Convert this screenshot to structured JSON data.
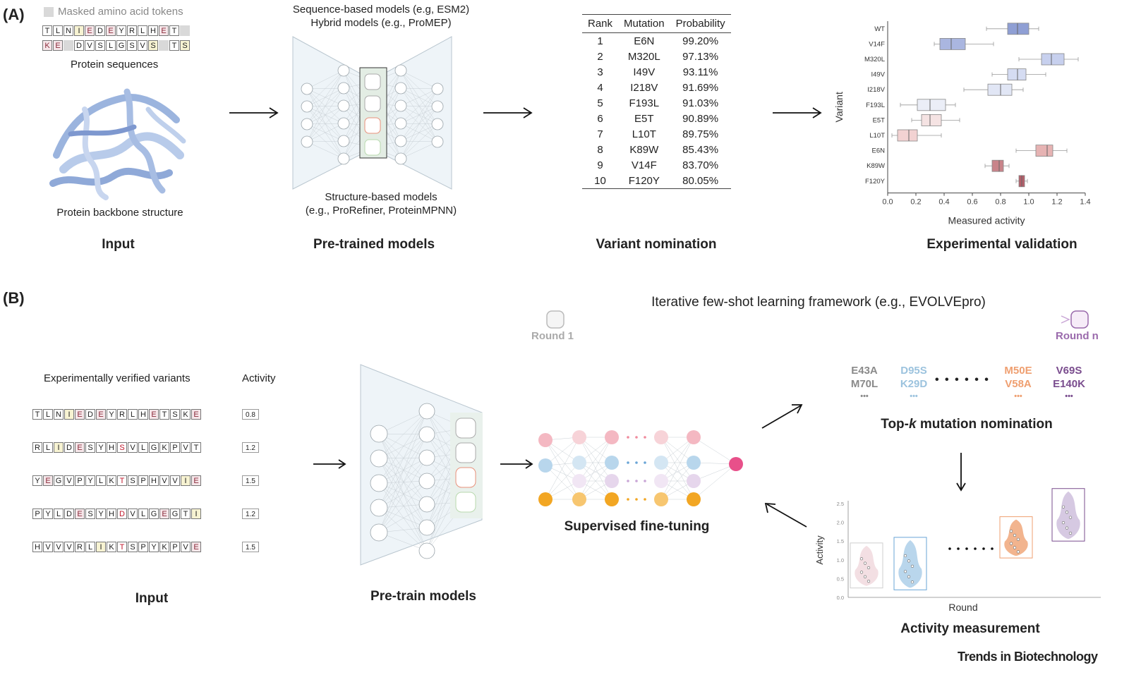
{
  "panel_a": {
    "label": "(A)",
    "legend_masked": "Masked amino acid tokens",
    "seq1": [
      [
        "T",
        ""
      ],
      [
        "L",
        ""
      ],
      [
        "N",
        ""
      ],
      [
        "I",
        "yellow"
      ],
      [
        "E",
        "pink"
      ],
      [
        "D",
        ""
      ],
      [
        "E",
        "pink"
      ],
      [
        "Y",
        ""
      ],
      [
        "R",
        ""
      ],
      [
        "L",
        ""
      ],
      [
        "H",
        ""
      ],
      [
        "E",
        "pink"
      ],
      [
        "T",
        ""
      ],
      [
        "",
        "mask"
      ]
    ],
    "seq2": [
      [
        "K",
        "pink"
      ],
      [
        "E",
        "pink"
      ],
      [
        "",
        "mask"
      ],
      [
        "D",
        ""
      ],
      [
        "V",
        ""
      ],
      [
        "S",
        ""
      ],
      [
        "L",
        ""
      ],
      [
        "G",
        ""
      ],
      [
        "S",
        ""
      ],
      [
        "V",
        ""
      ],
      [
        "S",
        "yellow"
      ],
      [
        "",
        "mask"
      ],
      [
        "T",
        ""
      ],
      [
        "S",
        "yellow"
      ]
    ],
    "protein_sequences": "Protein sequences",
    "backbone_caption": "Protein backbone structure",
    "models_top_1": "Sequence-based models (e.g, ESM2)",
    "models_top_2": "Hybrid models (e.g., ProMEP)",
    "models_bottom_1": "Structure-based models",
    "models_bottom_2": "(e.g., ProRefiner, ProteinMPNN)",
    "table_headers": [
      "Rank",
      "Mutation",
      "Probability"
    ],
    "table_rows": [
      [
        "1",
        "E6N",
        "99.20%"
      ],
      [
        "2",
        "M320L",
        "97.13%"
      ],
      [
        "3",
        "I49V",
        "93.11%"
      ],
      [
        "4",
        "I218V",
        "91.69%"
      ],
      [
        "5",
        "F193L",
        "91.03%"
      ],
      [
        "6",
        "E5T",
        "90.89%"
      ],
      [
        "7",
        "L10T",
        "89.75%"
      ],
      [
        "8",
        "K89W",
        "85.43%"
      ],
      [
        "9",
        "V14F",
        "83.70%"
      ],
      [
        "10",
        "F120Y",
        "80.05%"
      ]
    ],
    "stage_input": "Input",
    "stage_models": "Pre-trained models",
    "stage_nomination": "Variant nomination",
    "stage_validation": "Experimental validation"
  },
  "chart_data": {
    "type": "boxplot",
    "categories": [
      "WT",
      "V14F",
      "M320L",
      "I49V",
      "I218V",
      "F193L",
      "E5T",
      "L10T",
      "E6N",
      "K89W",
      "F120Y"
    ],
    "boxes": [
      {
        "min": 0.7,
        "q1": 0.85,
        "median": 0.92,
        "q3": 1.0,
        "max": 1.07,
        "color": "#8f9fd4"
      },
      {
        "min": 0.33,
        "q1": 0.37,
        "median": 0.45,
        "q3": 0.55,
        "max": 0.75,
        "color": "#aab6e0"
      },
      {
        "min": 0.93,
        "q1": 1.09,
        "median": 1.16,
        "q3": 1.25,
        "max": 1.35,
        "color": "#c7d0ee"
      },
      {
        "min": 0.74,
        "q1": 0.85,
        "median": 0.92,
        "q3": 0.98,
        "max": 1.12,
        "color": "#d5dcf2"
      },
      {
        "min": 0.54,
        "q1": 0.71,
        "median": 0.8,
        "q3": 0.88,
        "max": 0.96,
        "color": "#e1e6f5"
      },
      {
        "min": 0.09,
        "q1": 0.21,
        "median": 0.3,
        "q3": 0.41,
        "max": 0.48,
        "color": "#ebeef7"
      },
      {
        "min": 0.17,
        "q1": 0.24,
        "median": 0.3,
        "q3": 0.38,
        "max": 0.51,
        "color": "#f5e3e3"
      },
      {
        "min": 0.03,
        "q1": 0.07,
        "median": 0.15,
        "q3": 0.21,
        "max": 0.38,
        "color": "#f2d2d2"
      },
      {
        "min": 0.91,
        "q1": 1.05,
        "median": 1.13,
        "q3": 1.17,
        "max": 1.27,
        "color": "#e6b3b3"
      },
      {
        "min": 0.69,
        "q1": 0.74,
        "median": 0.79,
        "q3": 0.82,
        "max": 0.86,
        "color": "#c9848a"
      },
      {
        "min": 0.91,
        "q1": 0.93,
        "median": 0.95,
        "q3": 0.97,
        "max": 0.99,
        "color": "#b55f6a"
      }
    ],
    "xlim": [
      0,
      1.4
    ],
    "xticks": [
      "0.0",
      "0.2",
      "0.4",
      "0.6",
      "0.8",
      "1.0",
      "1.2",
      "1.4"
    ],
    "xlabel": "Measured activity",
    "ylabel": "Variant"
  },
  "panel_b": {
    "label": "(B)",
    "framework_title": "Iterative few-shot learning framework (e.g., EVOLVEpro)",
    "round_1": "Round 1",
    "round_n": "Round n",
    "verified_header": "Experimentally verified variants",
    "activity_header": "Activity",
    "variants": [
      {
        "seq": [
          [
            "T",
            ""
          ],
          [
            "L",
            ""
          ],
          [
            "N",
            ""
          ],
          [
            "I",
            "yellow"
          ],
          [
            "E",
            "pink"
          ],
          [
            "D",
            ""
          ],
          [
            "E",
            "pink"
          ],
          [
            "Y",
            ""
          ],
          [
            "R",
            ""
          ],
          [
            "L",
            ""
          ],
          [
            "H",
            ""
          ],
          [
            "E",
            "pink"
          ],
          [
            "T",
            ""
          ],
          [
            "S",
            ""
          ],
          [
            "K",
            ""
          ],
          [
            "E",
            "pink"
          ]
        ],
        "activity": "0.8"
      },
      {
        "seq": [
          [
            "R",
            ""
          ],
          [
            "L",
            ""
          ],
          [
            "I",
            "yellow"
          ],
          [
            "D",
            ""
          ],
          [
            "E",
            "pink"
          ],
          [
            "S",
            ""
          ],
          [
            "Y",
            ""
          ],
          [
            "H",
            ""
          ],
          [
            "S",
            "red"
          ],
          [
            "V",
            ""
          ],
          [
            "L",
            ""
          ],
          [
            "G",
            ""
          ],
          [
            "K",
            ""
          ],
          [
            "P",
            ""
          ],
          [
            "V",
            ""
          ],
          [
            "T",
            ""
          ]
        ],
        "activity": "1.2"
      },
      {
        "seq": [
          [
            "Y",
            ""
          ],
          [
            "E",
            "pink"
          ],
          [
            "G",
            ""
          ],
          [
            "V",
            ""
          ],
          [
            "P",
            ""
          ],
          [
            "Y",
            ""
          ],
          [
            "L",
            ""
          ],
          [
            "K",
            ""
          ],
          [
            "T",
            "red"
          ],
          [
            "S",
            ""
          ],
          [
            "P",
            ""
          ],
          [
            "H",
            ""
          ],
          [
            "V",
            ""
          ],
          [
            "V",
            ""
          ],
          [
            "I",
            "yellow"
          ],
          [
            "E",
            "pink"
          ]
        ],
        "activity": "1.5"
      },
      {
        "seq": [
          [
            "P",
            ""
          ],
          [
            "Y",
            ""
          ],
          [
            "L",
            ""
          ],
          [
            "D",
            ""
          ],
          [
            "E",
            "pink"
          ],
          [
            "S",
            ""
          ],
          [
            "Y",
            ""
          ],
          [
            "H",
            ""
          ],
          [
            "D",
            "red"
          ],
          [
            "V",
            ""
          ],
          [
            "L",
            ""
          ],
          [
            "G",
            ""
          ],
          [
            "E",
            "pink"
          ],
          [
            "G",
            ""
          ],
          [
            "T",
            ""
          ],
          [
            "I",
            "yellow"
          ]
        ],
        "activity": "1.2"
      },
      {
        "seq": [
          [
            "H",
            ""
          ],
          [
            "V",
            ""
          ],
          [
            "V",
            ""
          ],
          [
            "V",
            ""
          ],
          [
            "R",
            ""
          ],
          [
            "L",
            ""
          ],
          [
            "I",
            "yellow"
          ],
          [
            "K",
            ""
          ],
          [
            "T",
            "red"
          ],
          [
            "S",
            ""
          ],
          [
            "P",
            ""
          ],
          [
            "Y",
            ""
          ],
          [
            "K",
            ""
          ],
          [
            "P",
            ""
          ],
          [
            "V",
            ""
          ],
          [
            "E",
            "pink"
          ]
        ],
        "activity": "1.5"
      }
    ],
    "mutations": [
      {
        "a": "E43A",
        "b": "M70L",
        "color": "#8a8a8a"
      },
      {
        "a": "D95S",
        "b": "K29D",
        "color": "#9cc3de"
      },
      {
        "a": "M50E",
        "b": "V58A",
        "color": "#ef9f70"
      },
      {
        "a": "V69S",
        "b": "E140K",
        "color": "#7a4d8e"
      }
    ],
    "ellipsis_mid": "• • • • • •",
    "ellipsis_small": "•••",
    "topk_pre": "Top-",
    "topk_k": "k",
    "topk_post": " mutation nomination",
    "stage_input": "Input",
    "stage_pretrain": "Pre-train models",
    "stage_finetune": "Supervised fine-tuning",
    "stage_activity": "Activity measurement",
    "violin_ylabel": "Activity",
    "violin_xlabel": "Round",
    "violin_yticks": [
      "0.0",
      "0.5",
      "1.0",
      "1.5",
      "2.0",
      "2.5"
    ]
  },
  "footer": "Trends in Biotechnology"
}
